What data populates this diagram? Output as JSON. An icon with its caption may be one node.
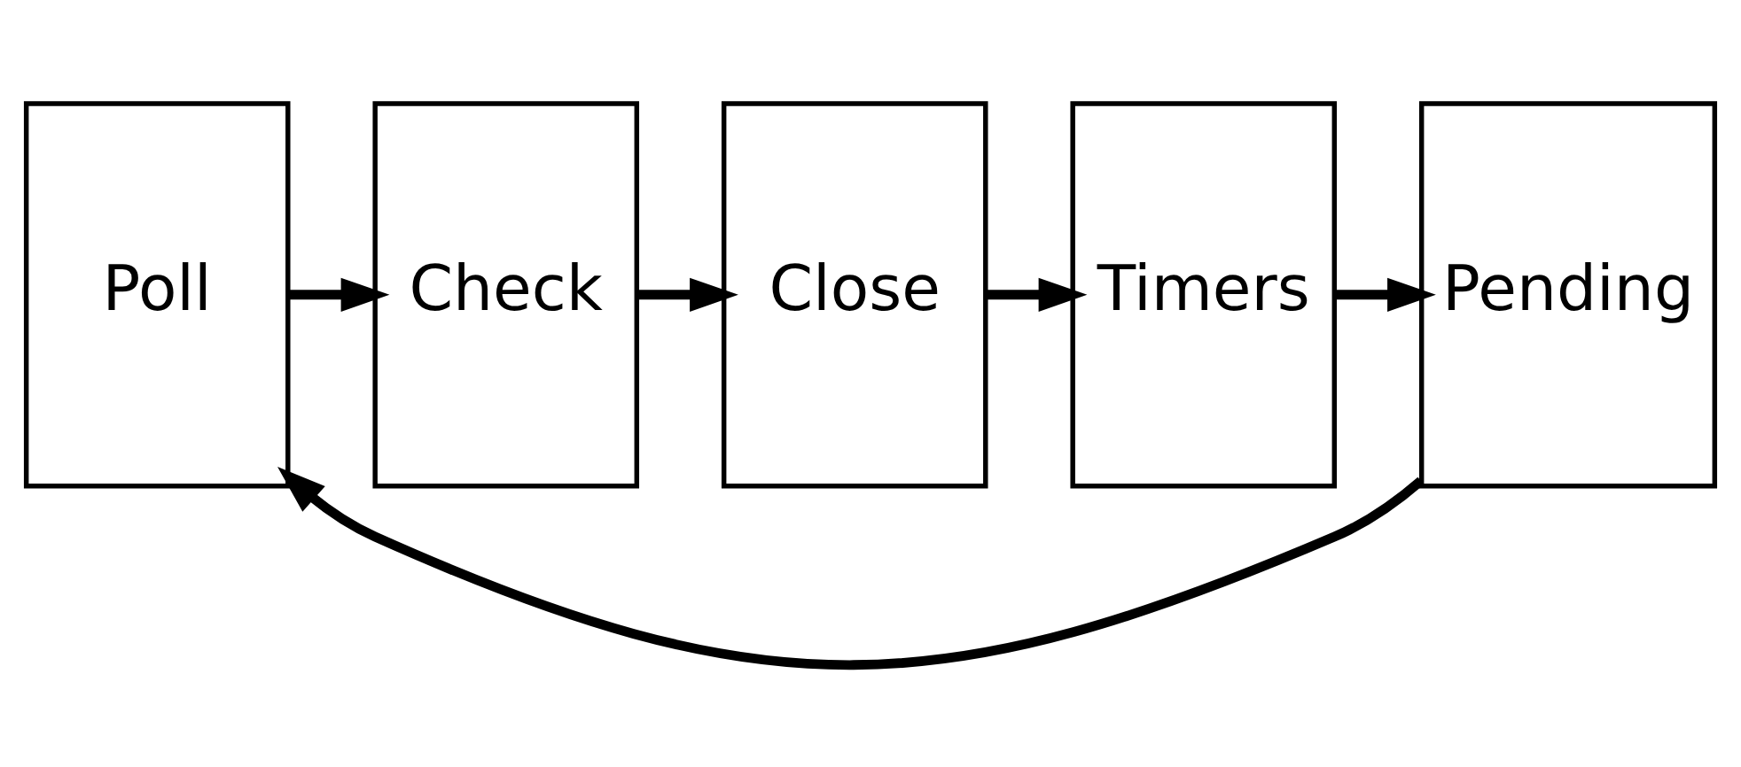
{
  "diagram": {
    "nodes": [
      {
        "text": [
          "Poll"
        ]
      },
      {
        "text": [
          "Check"
        ]
      },
      {
        "text": [
          "Close"
        ]
      },
      {
        "text": [
          "Timers"
        ]
      },
      {
        "text": [
          "Pending"
        ]
      }
    ],
    "edges": [
      {
        "from": 0,
        "to": 1,
        "arrow": "to"
      },
      {
        "from": 1,
        "to": 2,
        "arrow": "to"
      },
      {
        "from": 2,
        "to": 3,
        "arrow": "to"
      },
      {
        "from": 3,
        "to": 4,
        "arrow": "to"
      },
      {
        "from": 4,
        "to": 0,
        "arrow": "to"
      }
    ]
  }
}
